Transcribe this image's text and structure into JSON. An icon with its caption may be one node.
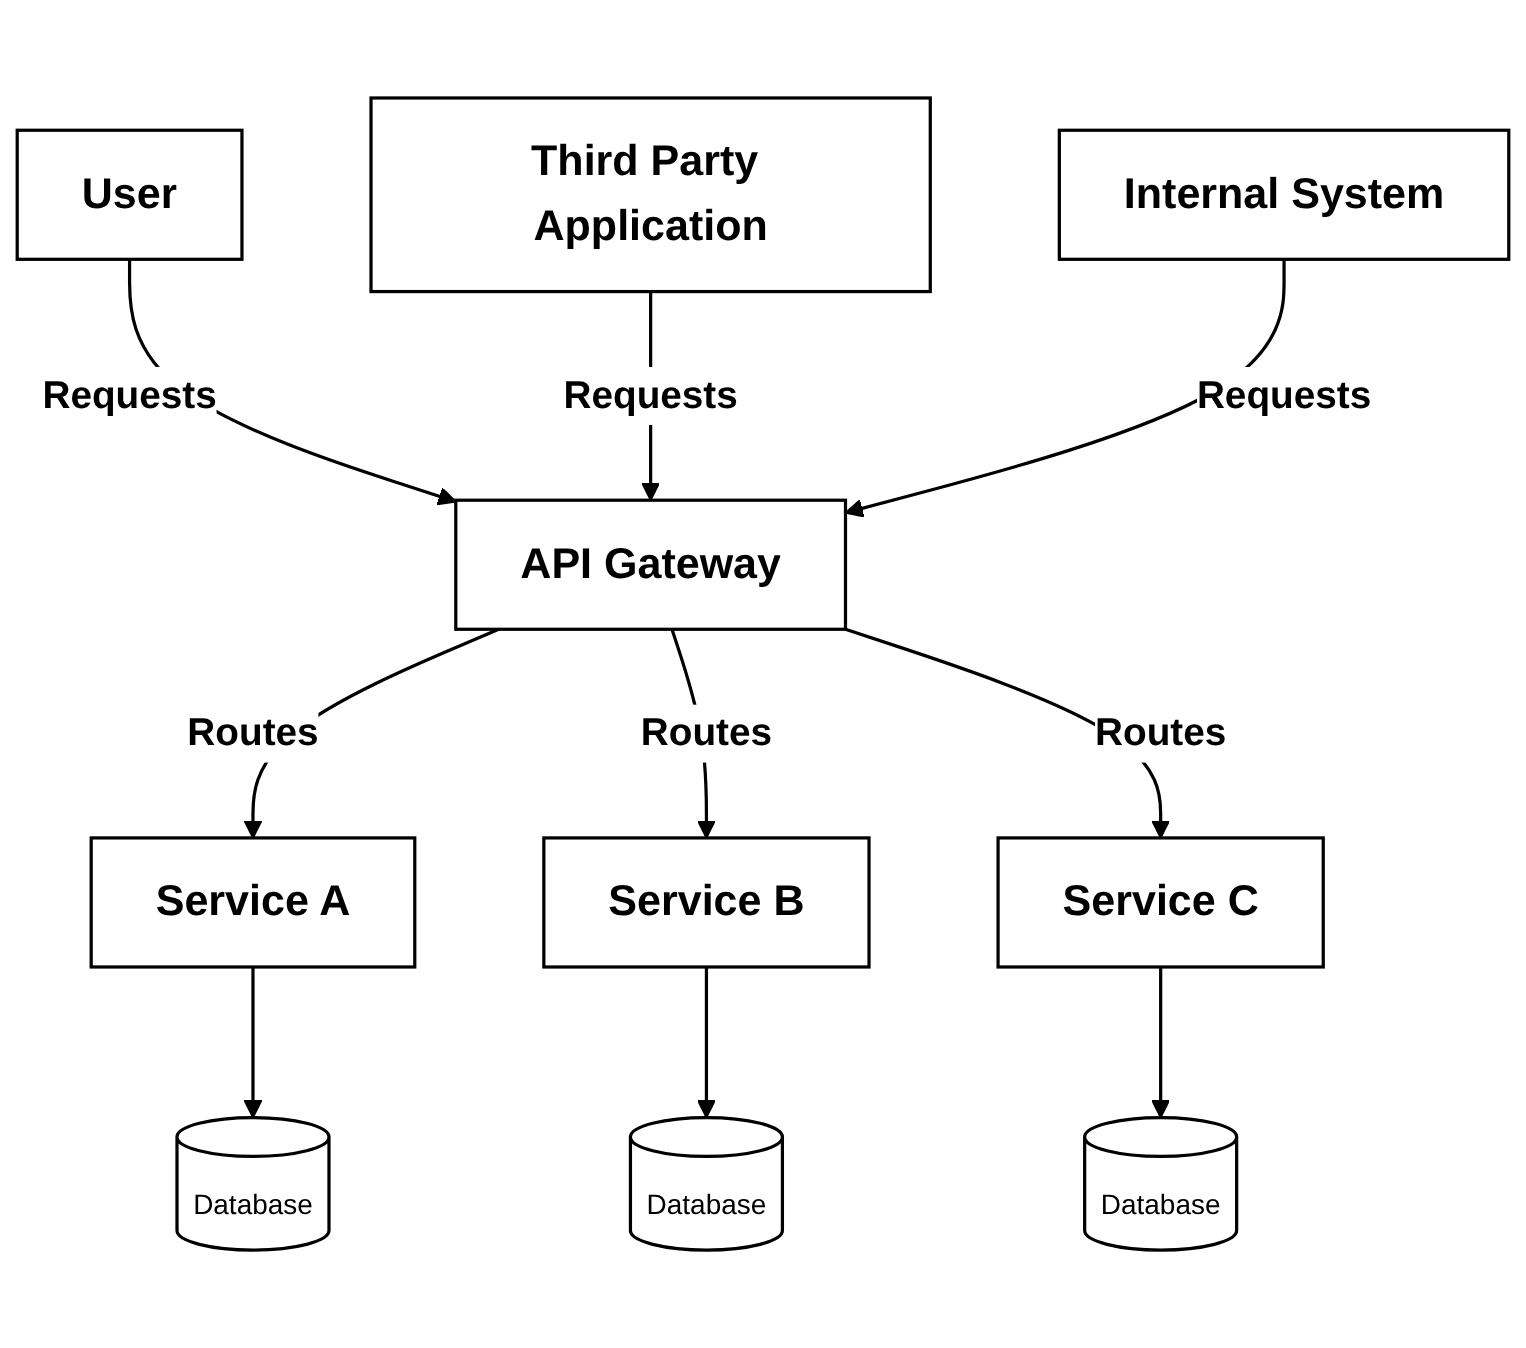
{
  "diagram": {
    "nodes": [
      {
        "text": [
          "User"
        ]
      },
      {
        "text": [
          "Third Party Application"
        ]
      },
      {
        "text": [
          "Internal System"
        ]
      },
      {
        "text": [
          "API Gateway"
        ]
      },
      {
        "text": [
          "Service A"
        ]
      },
      {
        "text": [
          "Service B"
        ]
      },
      {
        "text": [
          "Service C"
        ]
      },
      {
        "text": [
          "Database"
        ]
      },
      {
        "text": [
          "Database"
        ]
      },
      {
        "text": [
          "Database"
        ]
      }
    ],
    "edges": [
      {
        "from": 0,
        "to": 3,
        "arrow": "to",
        "label": "Requests"
      },
      {
        "from": 1,
        "to": 3,
        "arrow": "to",
        "label": "Requests"
      },
      {
        "from": 2,
        "to": 3,
        "arrow": "to",
        "label": "Requests"
      },
      {
        "from": 3,
        "to": 4,
        "arrow": "to",
        "label": "Routes"
      },
      {
        "from": 3,
        "to": 5,
        "arrow": "to",
        "label": "Routes"
      },
      {
        "from": 3,
        "to": 6,
        "arrow": "to",
        "label": "Routes"
      },
      {
        "from": 4,
        "to": 7,
        "arrow": "to"
      },
      {
        "from": 5,
        "to": 8,
        "arrow": "to"
      },
      {
        "from": 6,
        "to": 9,
        "arrow": "to"
      }
    ]
  }
}
